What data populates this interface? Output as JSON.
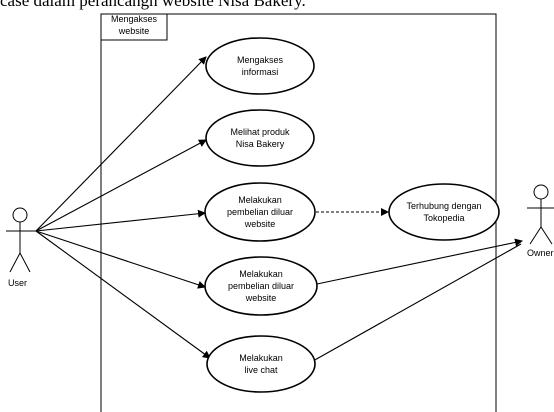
{
  "caption": "case dalam perancangn website Nisa Bakery.",
  "system_boundary": {
    "label_line1": "Mengakses",
    "label_line2": "website"
  },
  "actors": {
    "user": "User",
    "owner": "Owner"
  },
  "use_cases": [
    {
      "line1": "Mengakses",
      "line2": "informasi",
      "line3": ""
    },
    {
      "line1": "Melihat produk",
      "line2": "Nisa Bakery",
      "line3": ""
    },
    {
      "line1": "Melakukan",
      "line2": "pembelian diluar",
      "line3": "website"
    },
    {
      "line1": "Melakukan",
      "line2": "pembelian diluar",
      "line3": "website"
    },
    {
      "line1": "Melakukan",
      "line2": "live chat",
      "line3": ""
    }
  ],
  "external_use_case": {
    "line1": "Terhubung dengan",
    "line2": "Tokopedia"
  }
}
